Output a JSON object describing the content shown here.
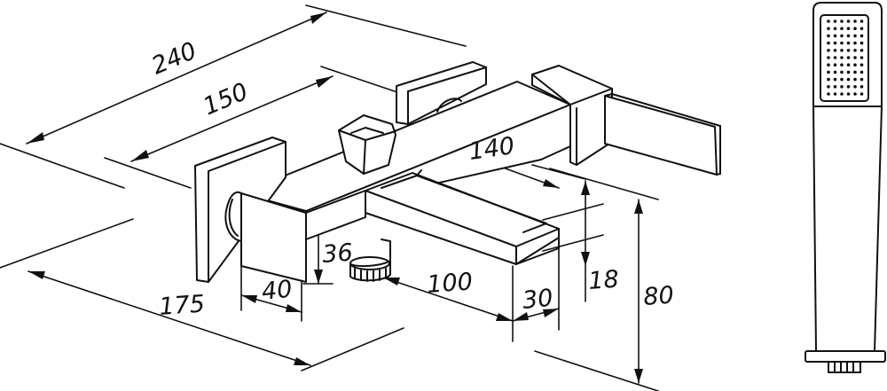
{
  "diagram": {
    "dimensions": {
      "overall_length": "240",
      "wall_centers": "150",
      "spout_length": "140",
      "projection": "175",
      "body_width": "40",
      "body_height": "36",
      "spout_reach": "100",
      "spout_width": "30",
      "spout_height": "18",
      "total_height": "80"
    }
  }
}
